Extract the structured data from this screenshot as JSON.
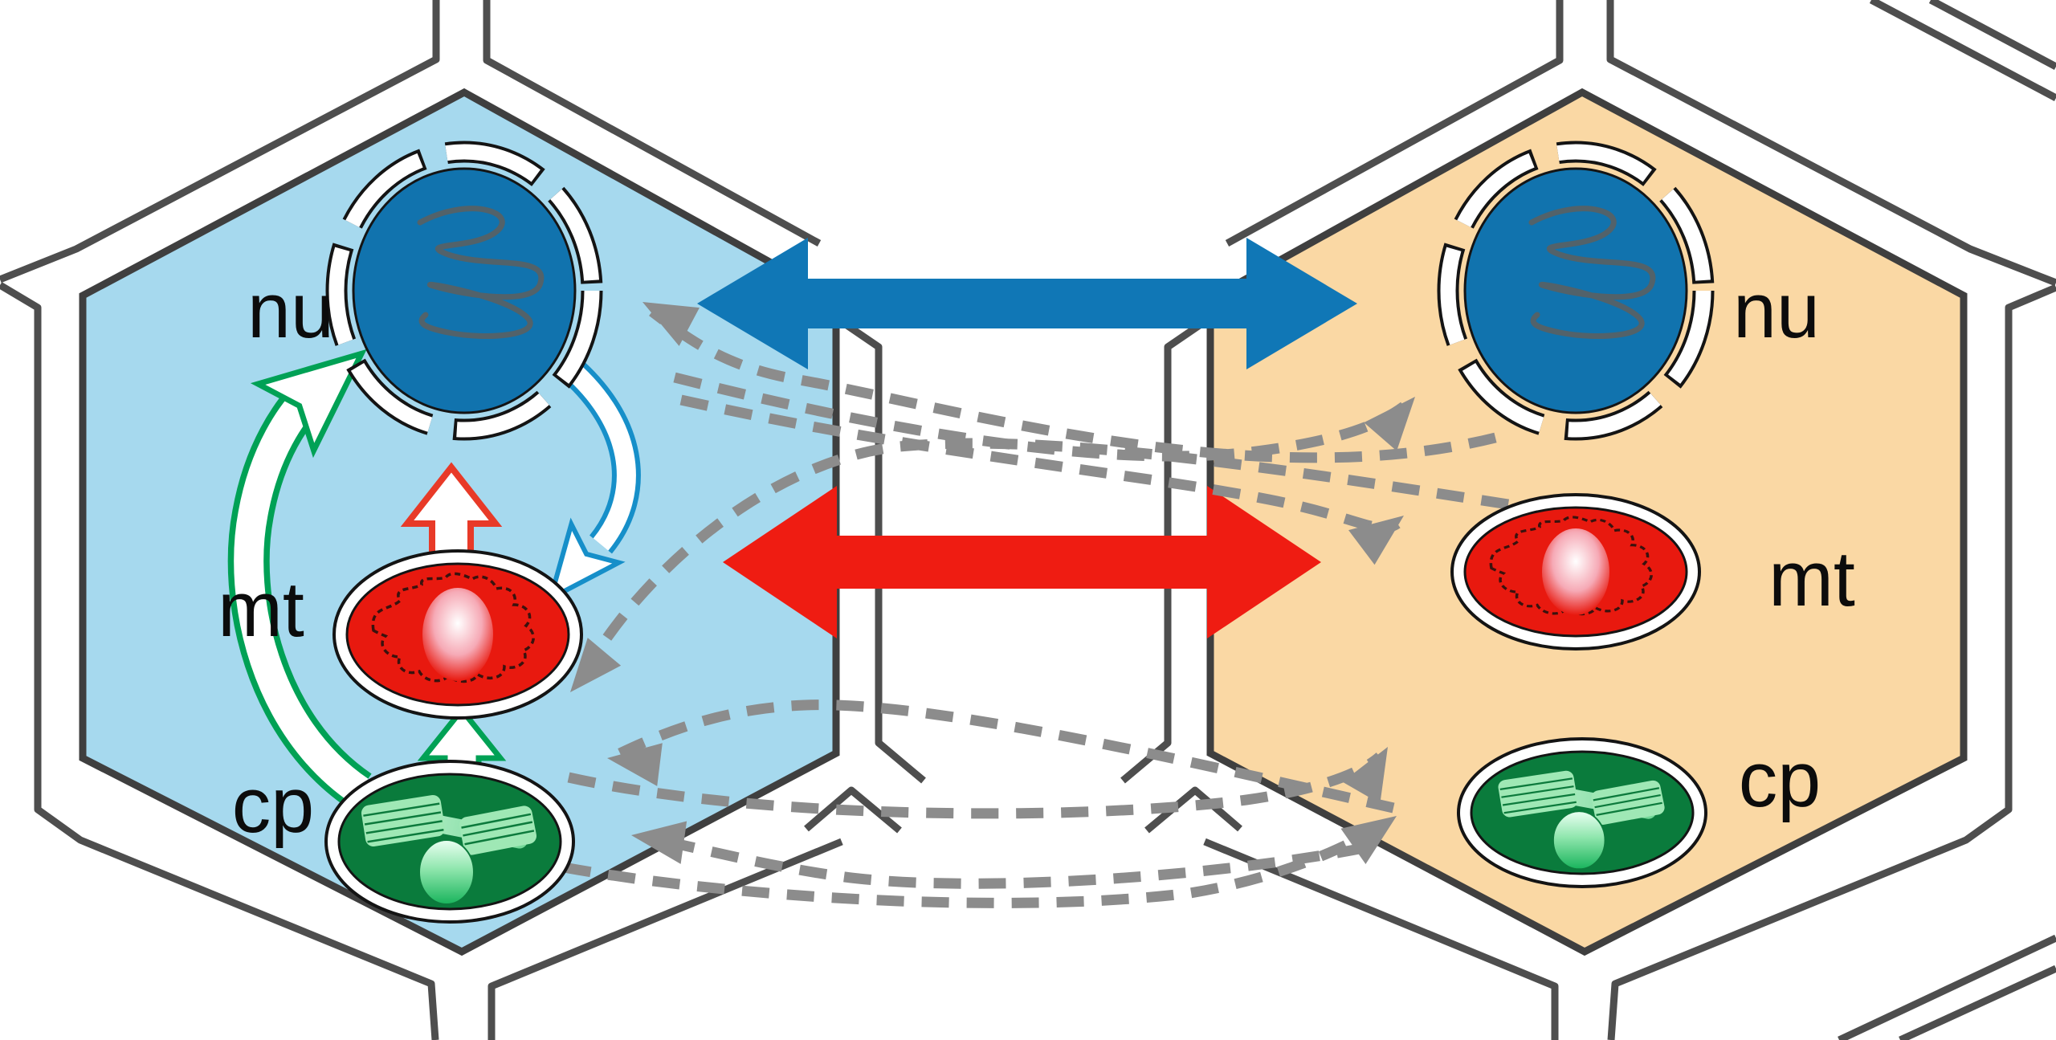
{
  "figure": {
    "title": "Gene transfer between organelles and between plant cells",
    "type": "cell-biology-diagram"
  },
  "cells": {
    "left": {
      "name": "left plant cell",
      "fill": "#a6d9ee"
    },
    "right": {
      "name": "right plant cell",
      "fill": "#fad8a4"
    }
  },
  "labels": {
    "left": {
      "nu": "nu",
      "mt": "mt",
      "cp": "cp"
    },
    "right": {
      "nu": "nu",
      "mt": "mt",
      "cp": "cp"
    }
  },
  "colors": {
    "background": "#ffffff",
    "cell_left_fill": "#a6d9ee",
    "cell_right_fill": "#fad8a4",
    "wall_line": "#4e4e4e",
    "dashed_arrow": "#8c8c8c",
    "intercell_arrow_blue": "#1077b6",
    "intercell_arrow_red": "#ef1c12",
    "nucleus_fill": "#1173ae",
    "chromatin": "#52626a",
    "mitochondrion_fill": "#e8190f",
    "chloroplast_fill": "#0a7b3c",
    "thylakoid_light": "#9fe8b5",
    "arrow_outline_green": "#00a155",
    "arrow_outline_red": "#e83a28",
    "arrow_outline_blue": "#168fc9",
    "label_text": "#0c0c0c"
  },
  "arrows": {
    "intercell": [
      {
        "id": "nucleus-exchange",
        "style": "thick solid",
        "color": "#1077b6",
        "between": "left nu and right nu"
      },
      {
        "id": "mitochondria-exchange",
        "style": "thick solid",
        "color": "#ef1c12",
        "between": "left mt and right mt"
      }
    ],
    "dashed_transfer_count": 8,
    "intracellular": [
      {
        "id": "cp-to-nu",
        "outline": "#00a155",
        "shape": "long curved"
      },
      {
        "id": "cp-to-mt",
        "outline": "#00a155",
        "shape": "small block"
      },
      {
        "id": "mt-to-nu",
        "outline": "#e83a28",
        "shape": "block"
      },
      {
        "id": "nu-to-mt",
        "outline": "#168fc9",
        "shape": "thin curved"
      }
    ]
  }
}
